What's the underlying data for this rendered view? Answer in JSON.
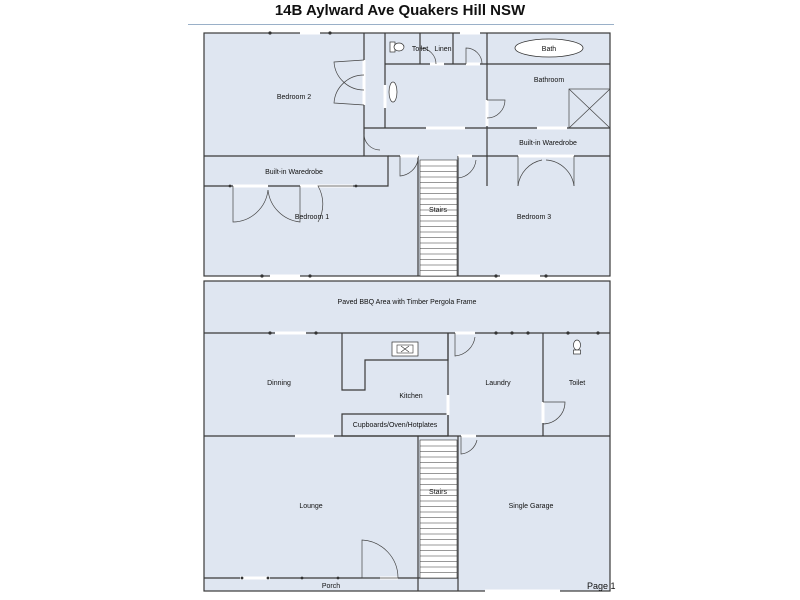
{
  "title": "14B Aylward Ave Quakers Hill NSW",
  "page": "Page 1",
  "colors": {
    "room_fill": "#dfe6f1",
    "wall": "#3a3a3a"
  },
  "upper": {
    "toilet": "Toilet",
    "linen": "Linen",
    "bath": "Bath",
    "bedroom2": "Bedroom 2",
    "bathroom": "Bathroom",
    "builtin_left": "Built-in Waredrobe",
    "builtin_right": "Built-in Waredrobe",
    "bedroom1": "Bedroom 1",
    "stairs": "Stairs",
    "bedroom3": "Bedroom 3"
  },
  "lower": {
    "bbq": "Paved BBQ Area with Timber Pergola Frame",
    "dinning": "Dinning",
    "kitchen": "Kitchen",
    "laundry": "Laundry",
    "toilet": "Toilet",
    "cupboards": "Cupboards/Oven/Hotplates",
    "stairs": "Stairs",
    "lounge": "Lounge",
    "garage": "Single Garage",
    "porch": "Porch"
  }
}
